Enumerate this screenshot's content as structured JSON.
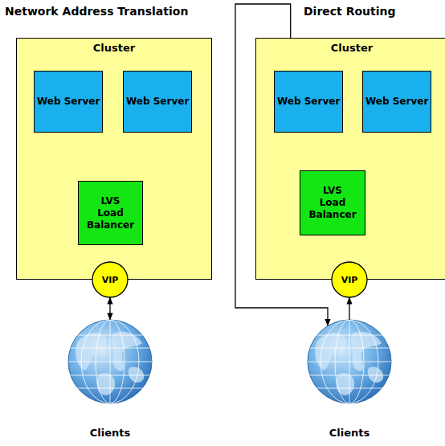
{
  "diagram": {
    "nodes": [
      {
        "text": [
          "Cluster"
        ]
      },
      {
        "text": [
          "Web Server"
        ],
        "in": 0
      },
      {
        "text": [
          "Web Server"
        ],
        "in": 0
      },
      {
        "text": [
          "LVS Load Balancer"
        ],
        "in": 0
      },
      {
        "text": [
          "VIP"
        ]
      },
      {
        "text": [
          "Clients"
        ]
      },
      {
        "text": [
          "Cluster"
        ]
      },
      {
        "text": [
          "Web Server"
        ],
        "in": 6
      },
      {
        "text": [
          "Web Server"
        ],
        "in": 6
      },
      {
        "text": [
          "LVS Load Balancer"
        ],
        "in": 6
      },
      {
        "text": [
          "VIP"
        ]
      },
      {
        "text": [
          "Clients"
        ]
      }
    ],
    "edges": [
      {
        "from": 1,
        "to": 3,
        "arrow": "both"
      },
      {
        "from": 2,
        "to": 3,
        "arrow": "none"
      },
      {
        "from": 3,
        "to": 4,
        "arrow": "none"
      },
      {
        "from": 4,
        "to": 5,
        "arrow": "both"
      },
      {
        "from": 9,
        "to": 7,
        "arrow": "to"
      },
      {
        "from": 8,
        "to": 9,
        "arrow": "none"
      },
      {
        "from": 9,
        "to": 10,
        "arrow": "none"
      },
      {
        "from": 11,
        "to": 10,
        "arrow": "to"
      },
      {
        "from": 7,
        "to": 11,
        "arrow": "to"
      }
    ],
    "labels": [
      "Network Address Translation",
      "Direct Routing"
    ]
  }
}
